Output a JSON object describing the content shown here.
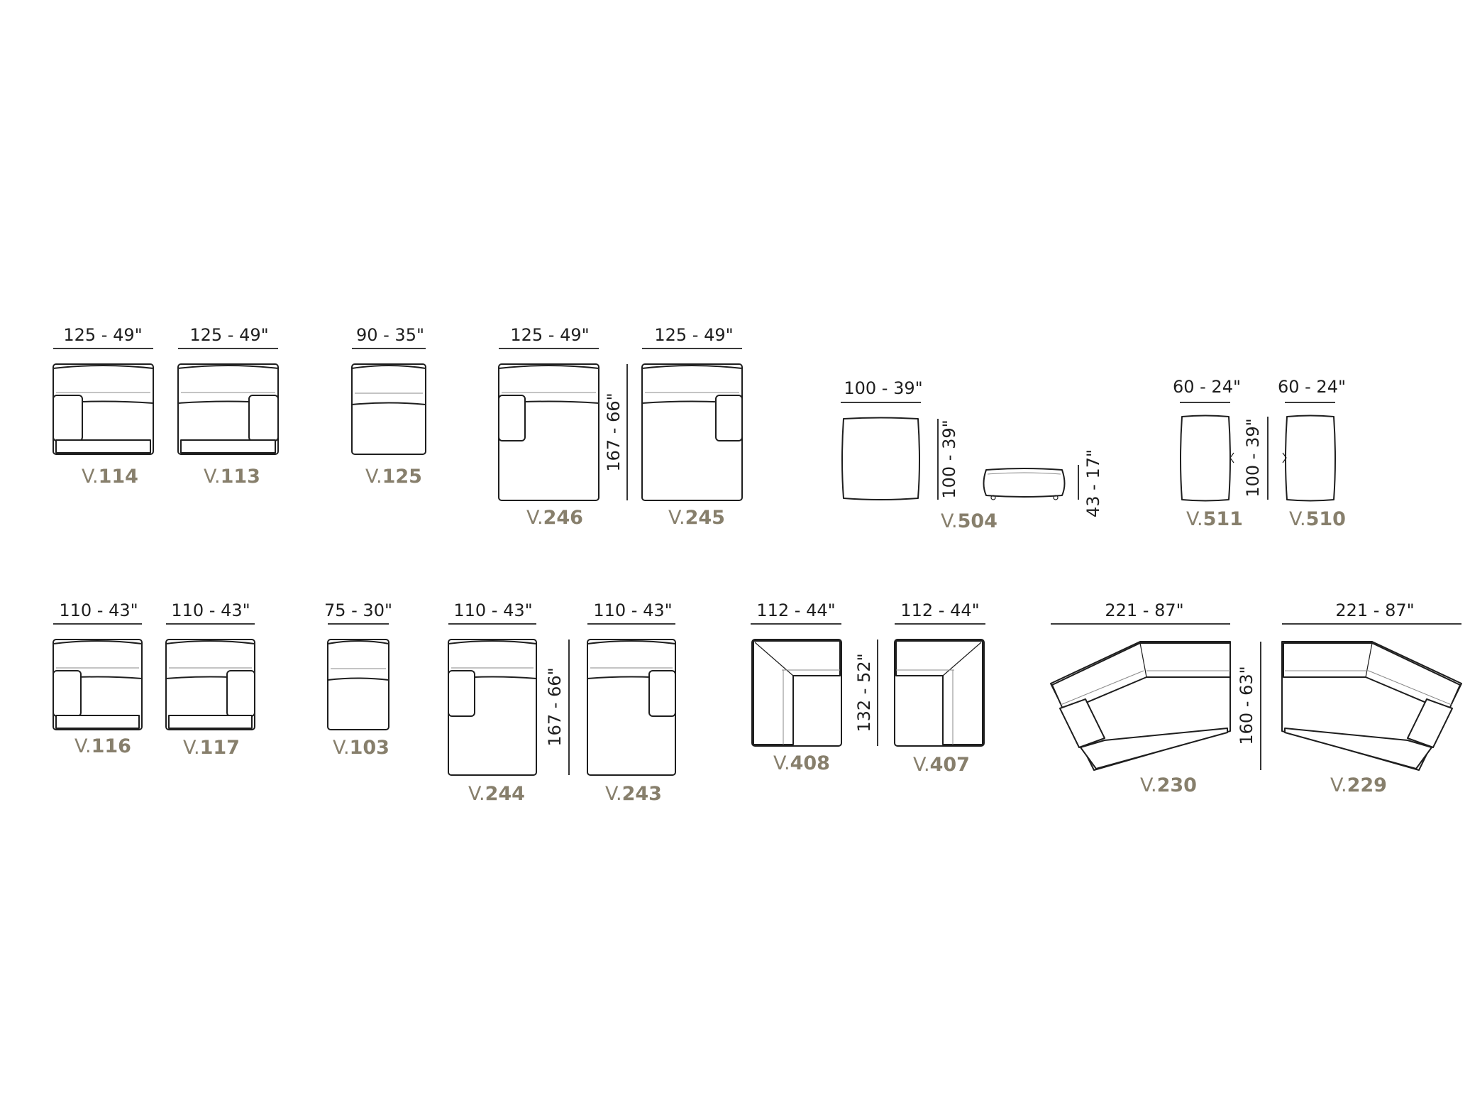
{
  "modules": [
    {
      "width_label": "125 - 49\"",
      "code_prefix": "V.",
      "code_number": "114"
    },
    {
      "width_label": "125 - 49\"",
      "code_prefix": "V.",
      "code_number": "113"
    },
    {
      "width_label": "90 - 35\"",
      "code_prefix": "V.",
      "code_number": "125"
    },
    {
      "width_label": "125 - 49\"",
      "code_prefix": "V.",
      "code_number": "246"
    },
    {
      "width_label": "125 - 49\"",
      "code_prefix": "V.",
      "code_number": "245"
    },
    {
      "width_label": "100 - 39\"",
      "code_prefix": "V.",
      "code_number": "504"
    },
    {
      "width_label": "60 - 24\"",
      "code_prefix": "V.",
      "code_number": "511"
    },
    {
      "width_label": "60 - 24\"",
      "code_prefix": "V.",
      "code_number": "510"
    },
    {
      "width_label": "110 - 43\"",
      "code_prefix": "V.",
      "code_number": "116"
    },
    {
      "width_label": "110 - 43\"",
      "code_prefix": "V.",
      "code_number": "117"
    },
    {
      "width_label": "75 - 30\"",
      "code_prefix": "V.",
      "code_number": "103"
    },
    {
      "width_label": "110 - 43\"",
      "code_prefix": "V.",
      "code_number": "244"
    },
    {
      "width_label": "110 - 43\"",
      "code_prefix": "V.",
      "code_number": "243"
    },
    {
      "width_label": "112 - 44\"",
      "code_prefix": "V.",
      "code_number": "408"
    },
    {
      "width_label": "112 - 44\"",
      "code_prefix": "V.",
      "code_number": "407"
    },
    {
      "width_label": "221 - 87\"",
      "code_prefix": "V.",
      "code_number": "230"
    },
    {
      "width_label": "221 - 87\"",
      "code_prefix": "V.",
      "code_number": "229"
    }
  ],
  "depth_labels": {
    "chaise_row1": "167 - 66\"",
    "pouf_square": "100 - 39\"",
    "pouf_height": "43 - 17\"",
    "bench": "100 - 39\"",
    "chaise_row2": "167 - 66\"",
    "corner": "132 - 52\"",
    "angled": "160 - 63\""
  }
}
